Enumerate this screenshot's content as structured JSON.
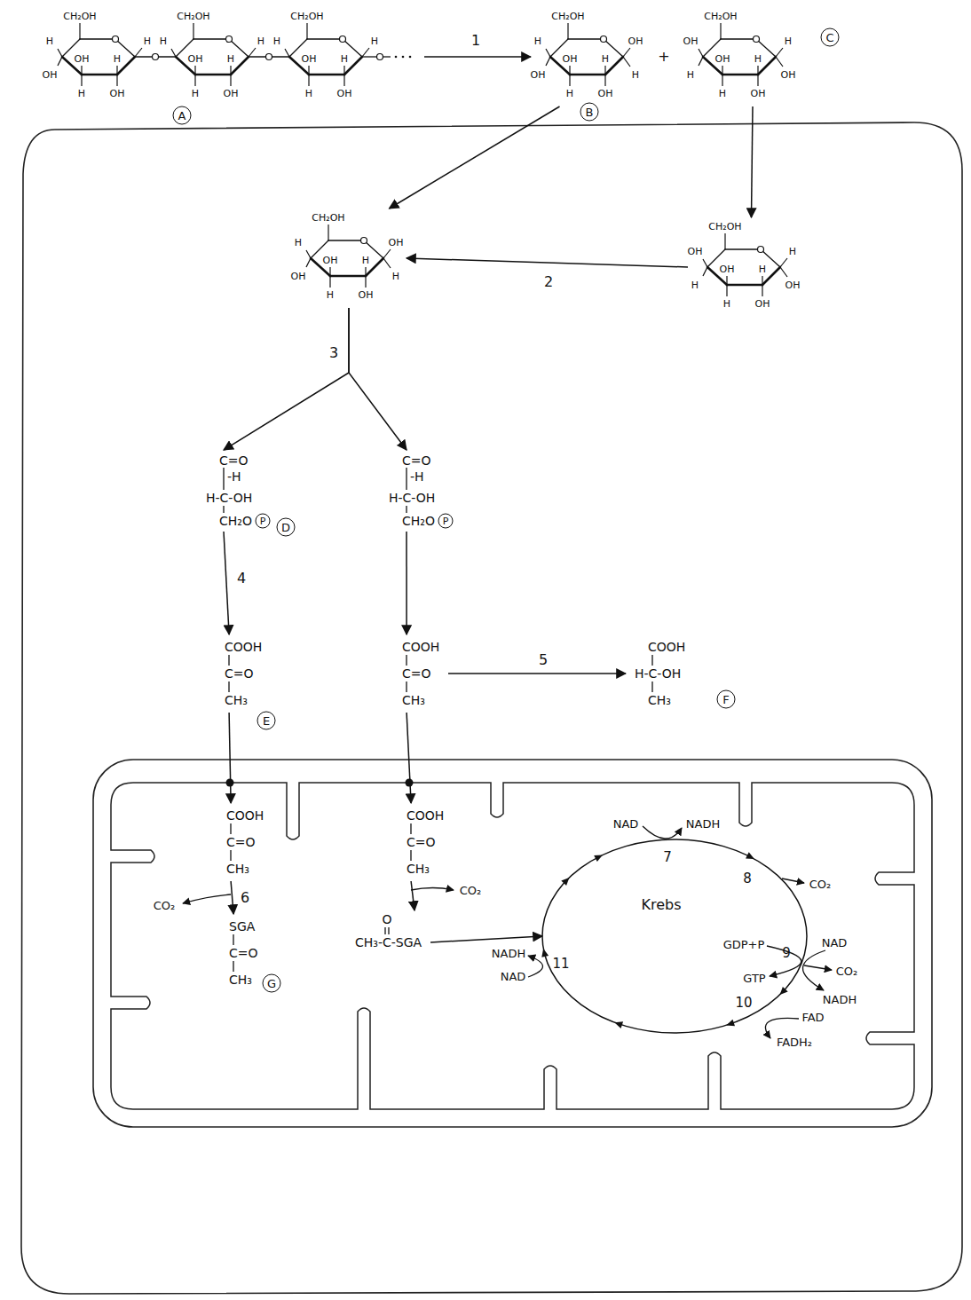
{
  "diagram": {
    "nodes": [
      {
        "text": [
          "CH₂OH",
          "H",
          "OH",
          "OH",
          "H",
          "H",
          "OH",
          "H",
          "CH₂OH",
          "H",
          "OH",
          "H",
          "H",
          "OH",
          "H",
          "CH₂OH",
          "H",
          "OH",
          "H",
          "H",
          "OH",
          "H"
        ]
      },
      {
        "text": [
          "CH₂OH",
          "H",
          "OH",
          "OH",
          "H",
          "H",
          "OH",
          "OH",
          "H"
        ]
      },
      {
        "text": [
          "CH₂OH",
          "OH",
          "H",
          "OH",
          "H",
          "H",
          "OH",
          "H",
          "OH"
        ]
      },
      {
        "text": [
          "CH₂OH",
          "H",
          "OH",
          "OH",
          "H",
          "H",
          "OH",
          "OH",
          "H"
        ]
      },
      {
        "text": [
          "CH₂OH",
          "OH",
          "H",
          "OH",
          "H",
          "H",
          "OH",
          "H",
          "OH"
        ]
      },
      {
        "text": [
          "C=O",
          "-H",
          "H-C-OH",
          "CH₂O",
          "P"
        ]
      },
      {
        "text": [
          "C=O",
          "-H",
          "H-C-OH",
          "CH₂O",
          "P"
        ]
      },
      {
        "text": [
          "COOH",
          "C=O",
          "CH₃"
        ]
      },
      {
        "text": [
          "COOH",
          "C=O",
          "CH₃"
        ]
      },
      {
        "text": [
          "COOH",
          "H-C-OH",
          "CH₃"
        ]
      },
      {
        "text": [
          "COOH",
          "C=O",
          "CH₃"
        ]
      },
      {
        "text": [
          "COOH",
          "C=O",
          "CH₃"
        ]
      },
      {
        "text": [
          "SGA",
          "C=O",
          "CH₃"
        ]
      },
      {
        "text": [
          "O",
          "CH₃-C-SGA"
        ]
      },
      {
        "text": [
          "Krebs"
        ]
      }
    ],
    "edges": [
      {
        "from": 0,
        "to": 1,
        "arrow": "to",
        "label": "1"
      },
      {
        "from": 1,
        "to": 3,
        "arrow": "to"
      },
      {
        "from": 2,
        "to": 4,
        "arrow": "to"
      },
      {
        "from": 4,
        "to": 3,
        "arrow": "to",
        "label": "2"
      },
      {
        "from": 3,
        "to": 5,
        "arrow": "to",
        "label": "3"
      },
      {
        "from": 3,
        "to": 6,
        "arrow": "to"
      },
      {
        "from": 5,
        "to": 7,
        "arrow": "to",
        "label": "4"
      },
      {
        "from": 6,
        "to": 8,
        "arrow": "to"
      },
      {
        "from": 8,
        "to": 9,
        "arrow": "to",
        "label": "5"
      },
      {
        "from": 7,
        "to": 10,
        "arrow": "to"
      },
      {
        "from": 8,
        "to": 11,
        "arrow": "to"
      },
      {
        "from": 10,
        "to": 12,
        "arrow": "to",
        "label": "6"
      },
      {
        "from": 11,
        "to": 13,
        "arrow": "to"
      },
      {
        "from": 13,
        "to": 14,
        "arrow": "to"
      }
    ],
    "labels": [
      "A",
      "B",
      "+",
      "C",
      "D",
      "E",
      "F",
      "CO₂",
      "G",
      "CO₂",
      "NAD",
      "NADH",
      "7",
      "8",
      "CO₂",
      "GDP+P",
      "NAD",
      "9",
      "CO₂",
      "GTP",
      "NADH",
      "10",
      "FAD",
      "FADH₂",
      "NADH",
      "11",
      "NAD"
    ]
  }
}
